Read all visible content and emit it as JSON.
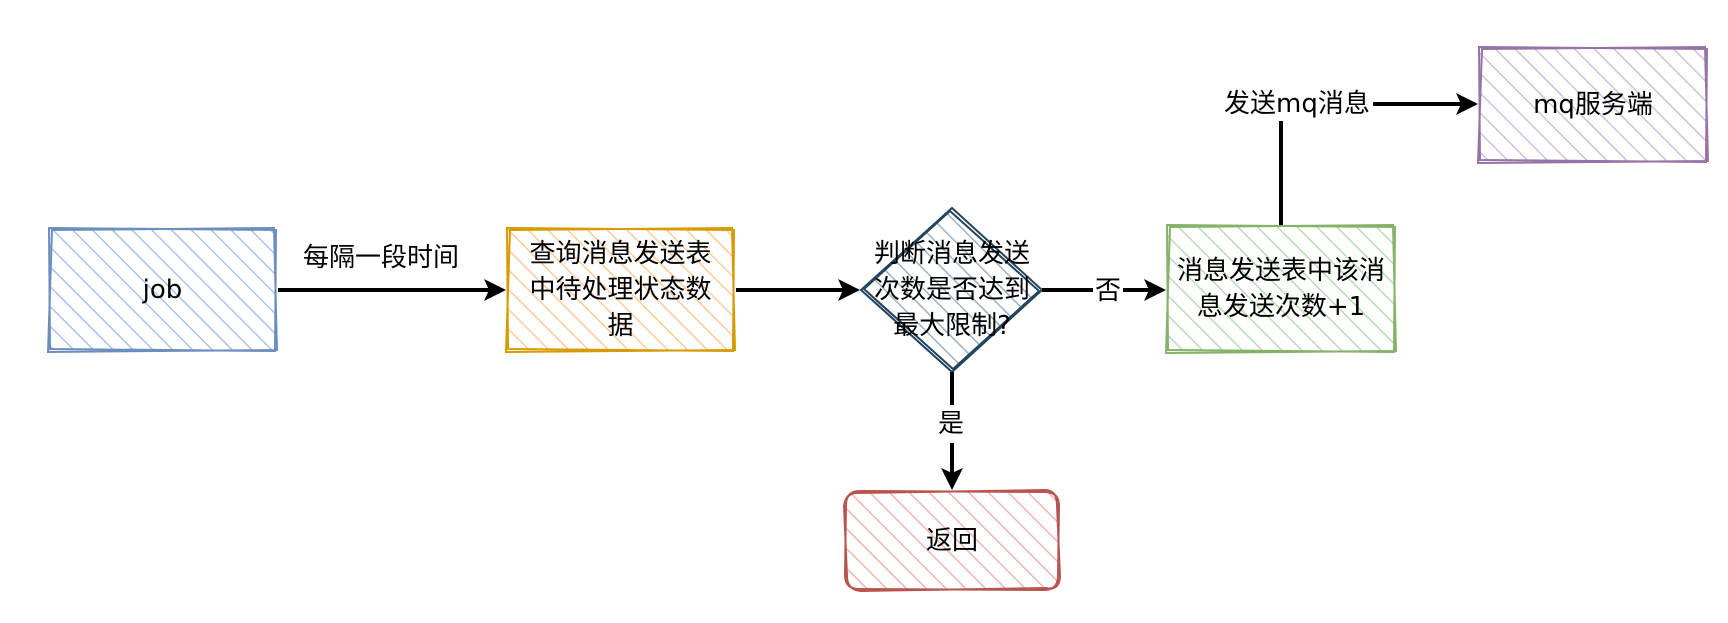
{
  "diagram": {
    "nodes": {
      "job": {
        "label": "job"
      },
      "query": {
        "label": "查询消息发送表中待处理状态数据"
      },
      "decision": {
        "label": "判断消息发送次数是否达到最大限制?"
      },
      "increment": {
        "label": "消息发送表中该消息发送次数+1"
      },
      "mq_server": {
        "label": "mq服务端"
      },
      "return": {
        "label": "返回"
      }
    },
    "edges": {
      "job_to_query": {
        "label": "每隔一段时间"
      },
      "decision_to_increment": {
        "label": "否"
      },
      "decision_to_return": {
        "label": "是"
      },
      "increment_to_mq": {
        "label": "发送mq消息"
      }
    },
    "colors": {
      "job": {
        "fill": "#dae8fc",
        "stroke": "#6c8ebf"
      },
      "query": {
        "fill": "#ffe6cc",
        "stroke": "#d79b00"
      },
      "decision": {
        "fill": "#bac8d3",
        "stroke": "#23445d"
      },
      "increment": {
        "fill": "#d5e8d4",
        "stroke": "#82b366"
      },
      "mq_server": {
        "fill": "#e1d5e7",
        "stroke": "#9673a6"
      },
      "return": {
        "fill": "#f8cecc",
        "stroke": "#b85450"
      },
      "edge": "#000000"
    }
  }
}
